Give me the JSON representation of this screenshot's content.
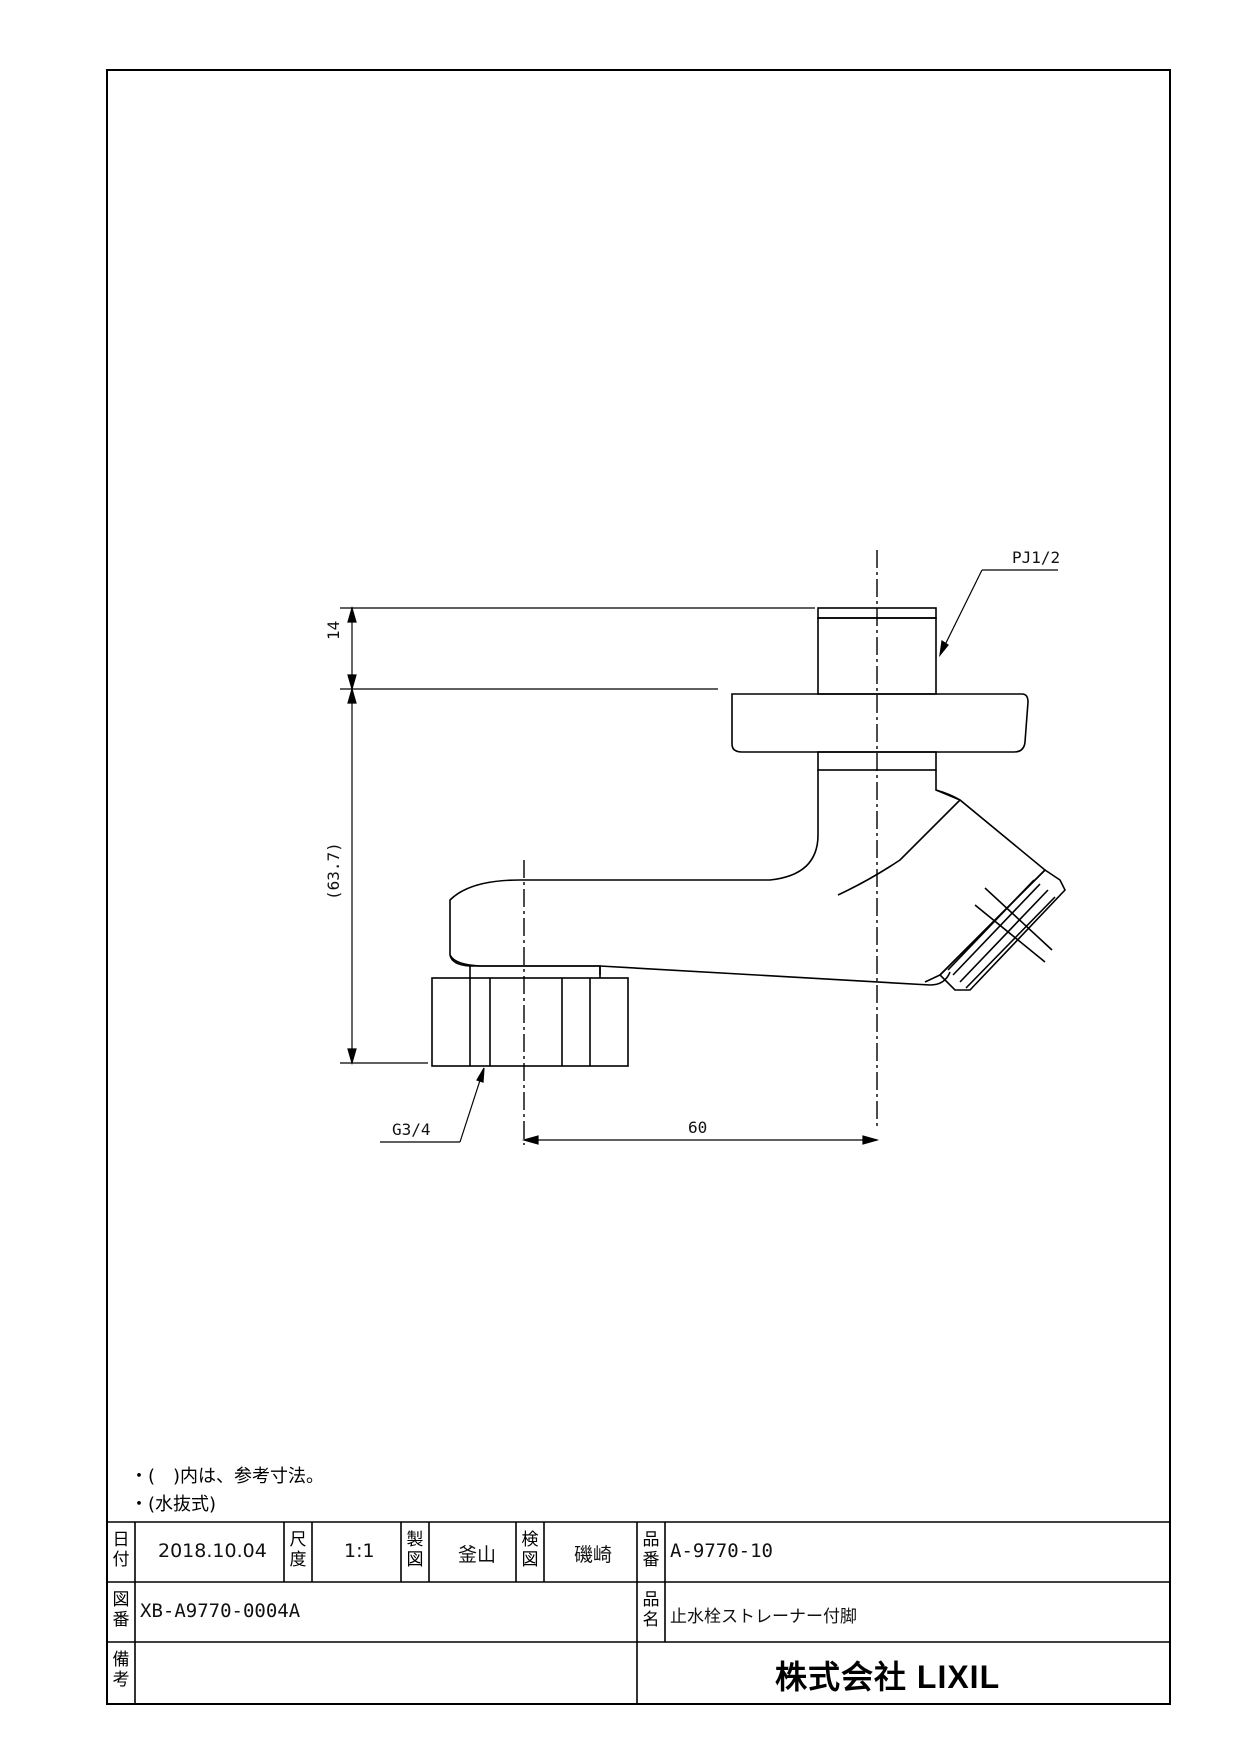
{
  "drawing": {
    "label_pj": "PJ1/2",
    "label_g": "G3/4",
    "dim_14": "14",
    "dim_637": "(63.7)",
    "dim_60": "60"
  },
  "notes": [
    "・(　)内は、参考寸法。",
    "・(水抜式)"
  ],
  "title_block": {
    "date_label": "日付",
    "date": "2018.10.04",
    "scale_label": "尺度",
    "scale": "1:1",
    "drawn_label": "製図",
    "drawn_by": "釜山",
    "checked_label": "検図",
    "checked_by": "磯崎",
    "part_no_label": "品番",
    "part_no": "A-9770-10",
    "drawing_no_label": "図番",
    "drawing_no": "XB-A9770-0004A",
    "part_name_label": "品名",
    "part_name": "止水栓ストレーナー付脚",
    "remarks_label": "備考",
    "company": "株式会社 LIXIL"
  }
}
